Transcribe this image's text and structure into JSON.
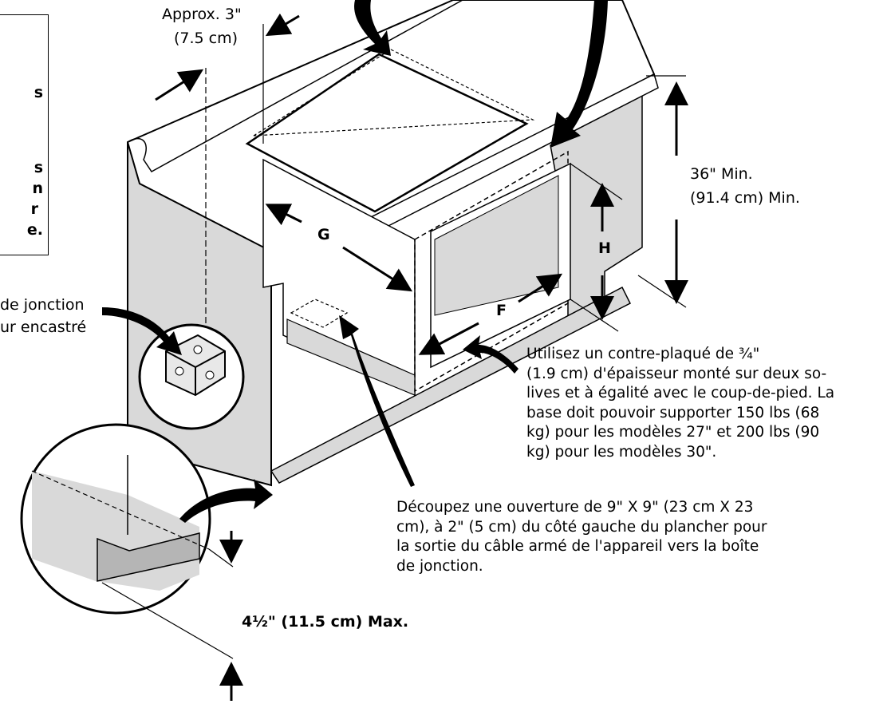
{
  "note_box": {
    "fragments": [
      "s",
      "s",
      "n",
      "r",
      "e."
    ]
  },
  "labels": {
    "approx_in": "Approx. 3\"",
    "approx_cm": "(7.5 cm)",
    "height_in": "36\" Min.",
    "height_cm": "(91.4 cm) Min.",
    "junction_line1": "de jonction",
    "junction_line2": "ur encastré",
    "plywood_note": "Utilisez un contre-plaqué de ¾\"\n(1.9 cm) d'épaisseur monté sur deux so-\nlives et à égalité avec le coup-de-pied. La\nbase doit pouvoir supporter 150 lbs (68\nkg) pour les modèles 27\" et 200 lbs (90\nkg) pour les modèles 30\".",
    "cutout_note": "Découpez une ouverture de 9\" X 9\" (23 cm X 23\ncm), à 2\" (5 cm) du côté gauche du plancher pour\nla sortie du câble armé de l'appareil vers la boîte\nde jonction.",
    "toe_kick": "4½\" (11.5 cm) Max.",
    "dim_g": "G",
    "dim_h": "H",
    "dim_f": "F"
  },
  "colors": {
    "shade": "#d9d9d9",
    "shade_dark": "#b5b5b5",
    "line": "#000000"
  }
}
